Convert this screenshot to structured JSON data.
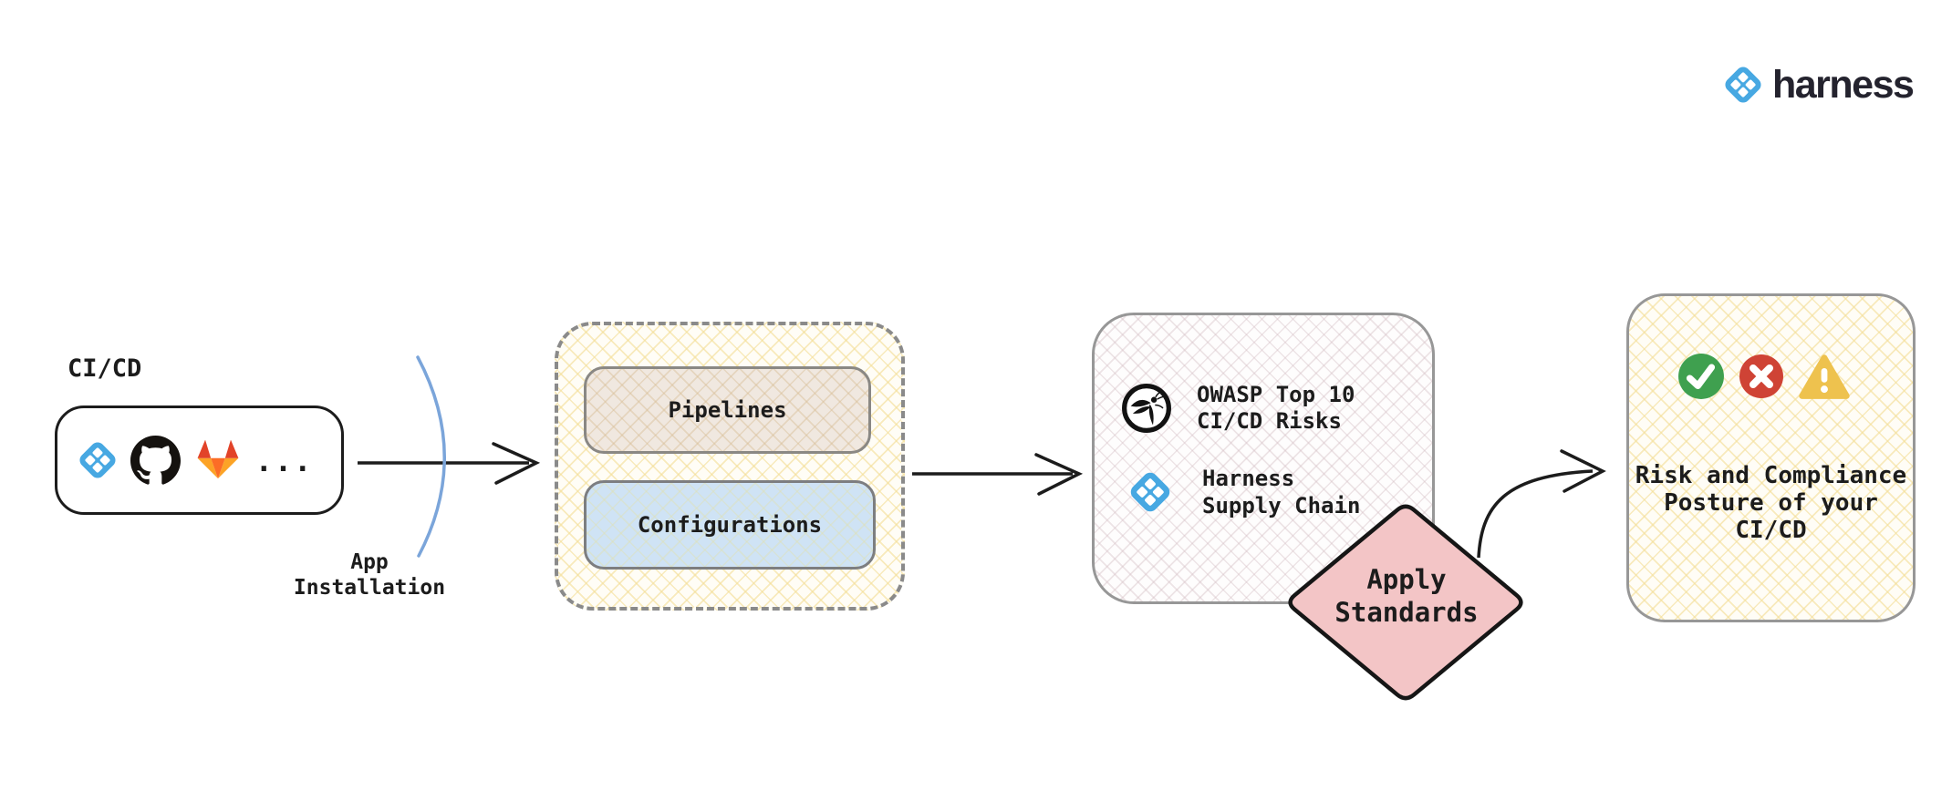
{
  "brand": {
    "wordmark": "harness",
    "icon": "harness-logo-icon"
  },
  "colors": {
    "harness_blue": "#47a8e2",
    "success_green": "#3fa04f",
    "error_red": "#cf4335",
    "warning_amber": "#eec24e",
    "apply_pink": "#f3c5c6"
  },
  "diagram": {
    "source_box": {
      "title": "CI/CD",
      "tool_icons": [
        "harness-icon",
        "github-icon",
        "gitlab-icon"
      ],
      "more_label": "..."
    },
    "app_installation_label": "App\nInstallation",
    "platform_group": {
      "items": [
        {
          "label": "Pipelines"
        },
        {
          "label": "Configurations"
        }
      ]
    },
    "standards_box": {
      "items": [
        {
          "icon": "owasp-icon",
          "label": "OWASP Top 10\nCI/CD Risks"
        },
        {
          "icon": "harness-icon",
          "label": "Harness\nSupply Chain"
        }
      ]
    },
    "apply_label": "Apply\nStandards",
    "result_box": {
      "status_icons": [
        "check-icon",
        "cross-icon",
        "warning-icon"
      ],
      "label": "Risk and Compliance\nPosture of your\nCI/CD"
    }
  }
}
